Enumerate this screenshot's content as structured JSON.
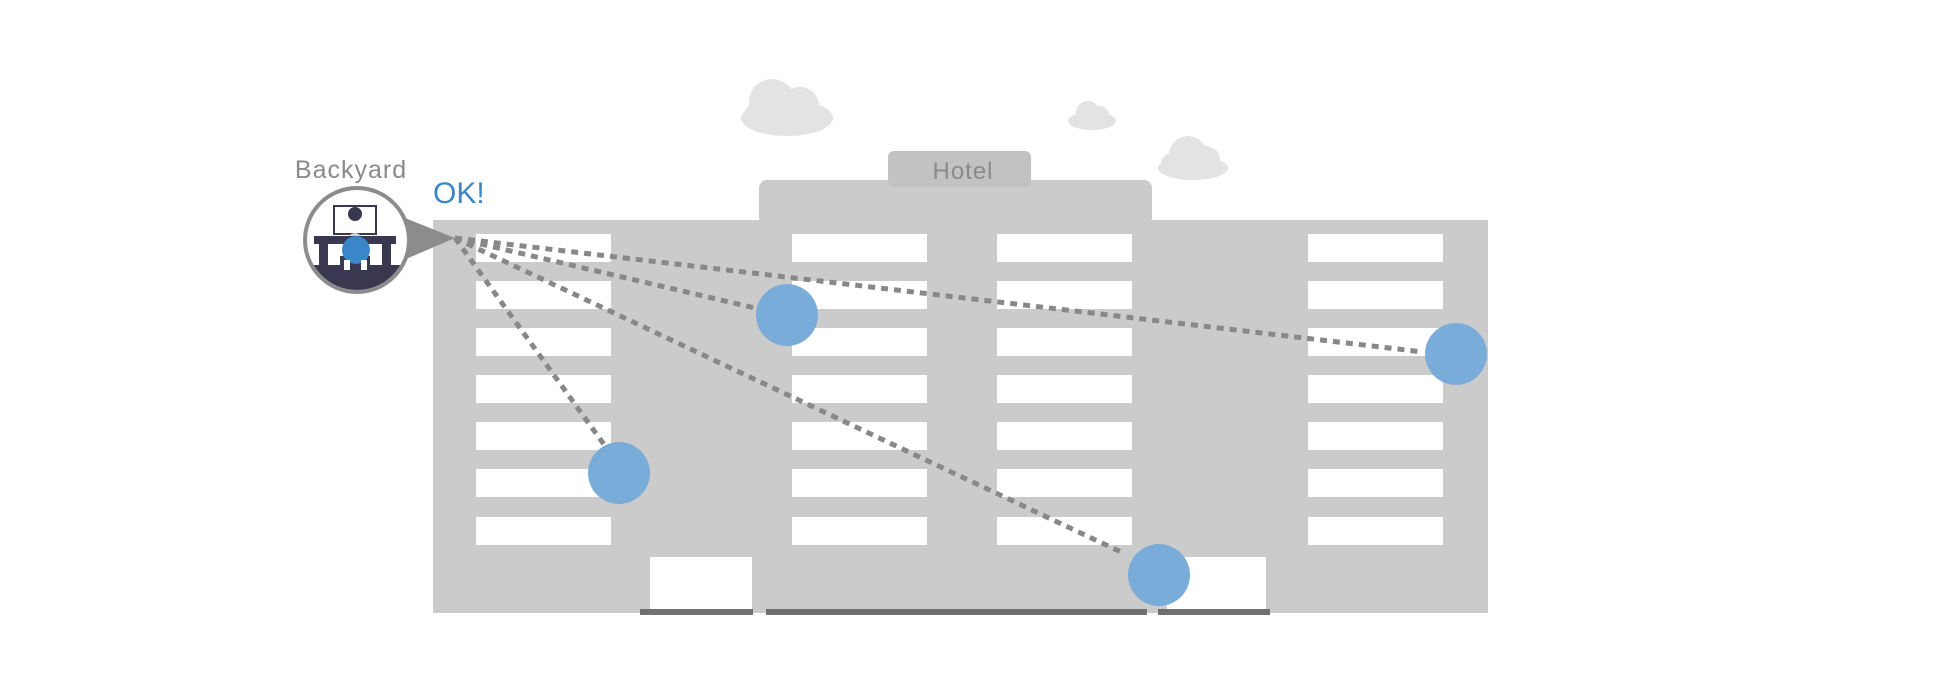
{
  "building": {
    "sign_label": "Hotel",
    "wall_color": "#cbcbcb",
    "window_color": "#ffffff"
  },
  "backyard": {
    "label": "Backyard",
    "status": "OK!",
    "status_color": "#3a86c8",
    "icon": "person-at-desk-icon"
  },
  "nodes": {
    "color": "#79acd9",
    "count": 4,
    "link_style": "dotted",
    "link_color": "#888888"
  },
  "colors": {
    "cloud": "#e3e3e3",
    "label_gray": "#8a8a8a",
    "ground": "#707070"
  }
}
